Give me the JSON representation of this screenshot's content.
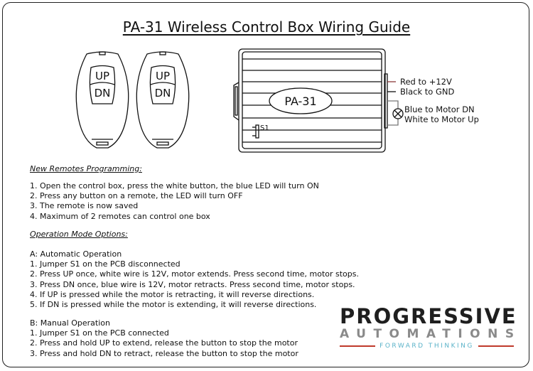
{
  "title": "PA-31 Wireless Control Box Wiring Guide",
  "remotes": [
    {
      "up": "UP",
      "dn": "DN"
    },
    {
      "up": "UP",
      "dn": "DN"
    }
  ],
  "box": {
    "label": "PA-31",
    "jumper": "S1",
    "wires": [
      "Red to +12V",
      "Black to GND",
      "Blue to Motor DN",
      "White to Motor Up"
    ],
    "colors": {
      "red": "#8b3a3a",
      "black": "#111111",
      "gray": "#777777"
    }
  },
  "programming": {
    "heading": "New Remotes Programming:",
    "lines": [
      "1. Open the control box, press the white button, the blue LED will turn ON",
      "2. Press any button on a remote, the LED will turn OFF",
      "3. The remote is now saved",
      "4. Maximum of 2 remotes can control one box"
    ]
  },
  "operation": {
    "heading": "Operation Mode Options:",
    "automatic": {
      "title": "A: Automatic Operation",
      "lines": [
        "1. Jumper S1 on the PCB disconnected",
        "2. Press UP once, white wire is 12V, motor extends.  Press second time, motor stops.",
        "3. Press DN once, blue wire is 12V, motor retracts.  Press second time, motor stops.",
        "4. If UP is pressed while the motor is retracting, it will reverse directions.",
        "5. If DN is pressed while the motor is extending, it will reverse directions."
      ]
    },
    "manual": {
      "title": "B: Manual Operation",
      "lines": [
        "1. Jumper S1 on the PCB connected",
        "2. Press and hold UP to extend, release the button to stop the motor",
        "3. Press and hold DN to retract, release the button to stop the motor"
      ]
    }
  },
  "logo": {
    "line1": "PROGRESSIVE",
    "line2": "AUTOMATIONS",
    "tagline": "FORWARD THINKING",
    "accent": "#5bb3c9",
    "rule": "#c0392b"
  }
}
